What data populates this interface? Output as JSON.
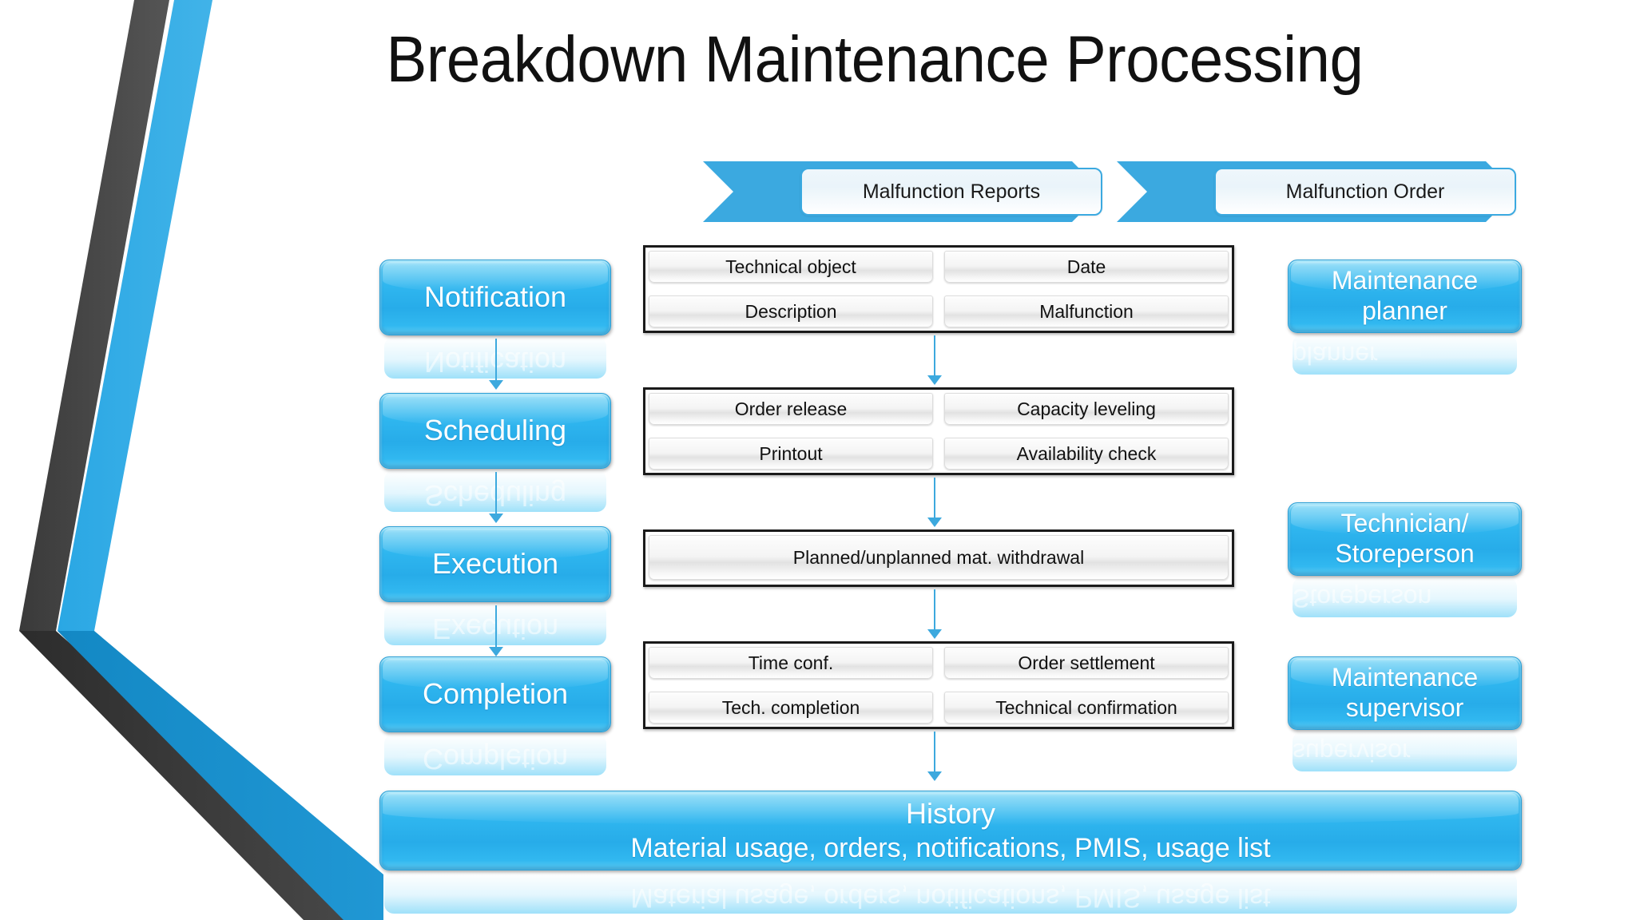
{
  "slide": {
    "title": "Breakdown Maintenance Processing",
    "accent_blue": "#29ABE8",
    "banner_blue": "#3BA9E0",
    "deco_dark": "#454545",
    "deco_blue": "#1E9CD7"
  },
  "banners": [
    {
      "label": "Malfunction Reports"
    },
    {
      "label": "Malfunction Order"
    }
  ],
  "phases": [
    {
      "label": "Notification"
    },
    {
      "label": "Scheduling"
    },
    {
      "label": "Execution"
    },
    {
      "label": "Completion"
    }
  ],
  "detail_groups": [
    {
      "cells": [
        "Technical object",
        "Date",
        "Description",
        "Malfunction"
      ]
    },
    {
      "cells": [
        "Order release",
        "Capacity leveling",
        "Printout",
        "Availability check"
      ]
    },
    {
      "cells": [
        "Planned/unplanned mat. withdrawal"
      ]
    },
    {
      "cells": [
        "Time conf.",
        "Order settlement",
        "Tech. completion",
        "Technical confirmation"
      ]
    }
  ],
  "roles": [
    {
      "line1": "Maintenance",
      "line2": "planner"
    },
    {
      "line1": "Technician/",
      "line2": "Storeperson"
    },
    {
      "line1": "Maintenance",
      "line2": "supervisor"
    }
  ],
  "history": {
    "title": "History",
    "subtitle": "Material usage, orders, notifications, PMIS, usage list"
  }
}
